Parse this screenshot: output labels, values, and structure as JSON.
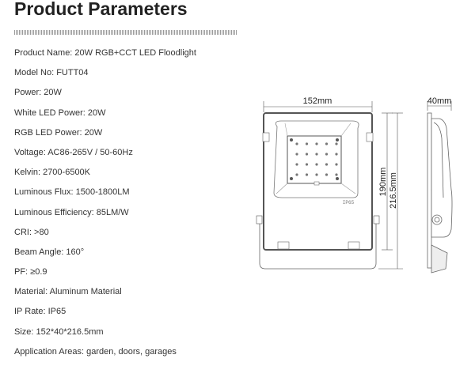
{
  "title": "Product Parameters",
  "params": [
    "Product Name: 20W RGB+CCT LED Floodlight",
    "Model No: FUTT04",
    "Power: 20W",
    "White LED Power: 20W",
    "RGB LED Power: 20W",
    "Voltage: AC86-265V / 50-60Hz",
    "Kelvin: 2700-6500K",
    "Luminous Flux: 1500-1800LM",
    "Luminous Efficiency: 85LM/W",
    "CRI: >80",
    "Beam Angle: 160°",
    "PF: ≥0.9",
    "Material: Aluminum Material",
    "IP Rate:  IP65",
    "Size: 152*40*216.5mm",
    "Application Areas: garden, doors, garages"
  ],
  "drawing": {
    "width_label": "152mm",
    "depth_label": "40mm",
    "height_label": "190mm",
    "total_height_label": "216.5mm",
    "ip_mark": "IP65"
  }
}
